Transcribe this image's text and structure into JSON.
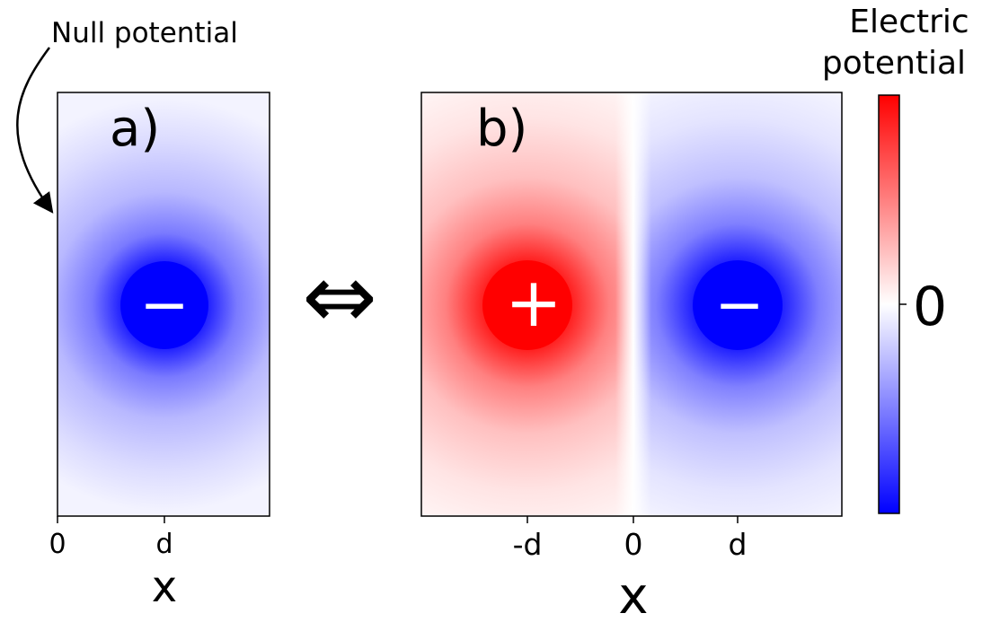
{
  "annotation": {
    "text": "Null potential"
  },
  "colorbar": {
    "title_line1": "Electric",
    "title_line2": "potential",
    "tick_label": "0",
    "colors": {
      "positive": "#ff0000",
      "zero": "#ffffff",
      "negative": "#0000ff"
    }
  },
  "panel_a": {
    "label": "a)",
    "charge_sign": "−",
    "x_ticks": [
      "0",
      "d"
    ],
    "x_label": "x"
  },
  "panel_b": {
    "label": "b)",
    "charge_signs": [
      "+",
      "−"
    ],
    "x_ticks": [
      "-d",
      "0",
      "d"
    ],
    "x_label": "x"
  },
  "equivalence_arrow": "⇔"
}
